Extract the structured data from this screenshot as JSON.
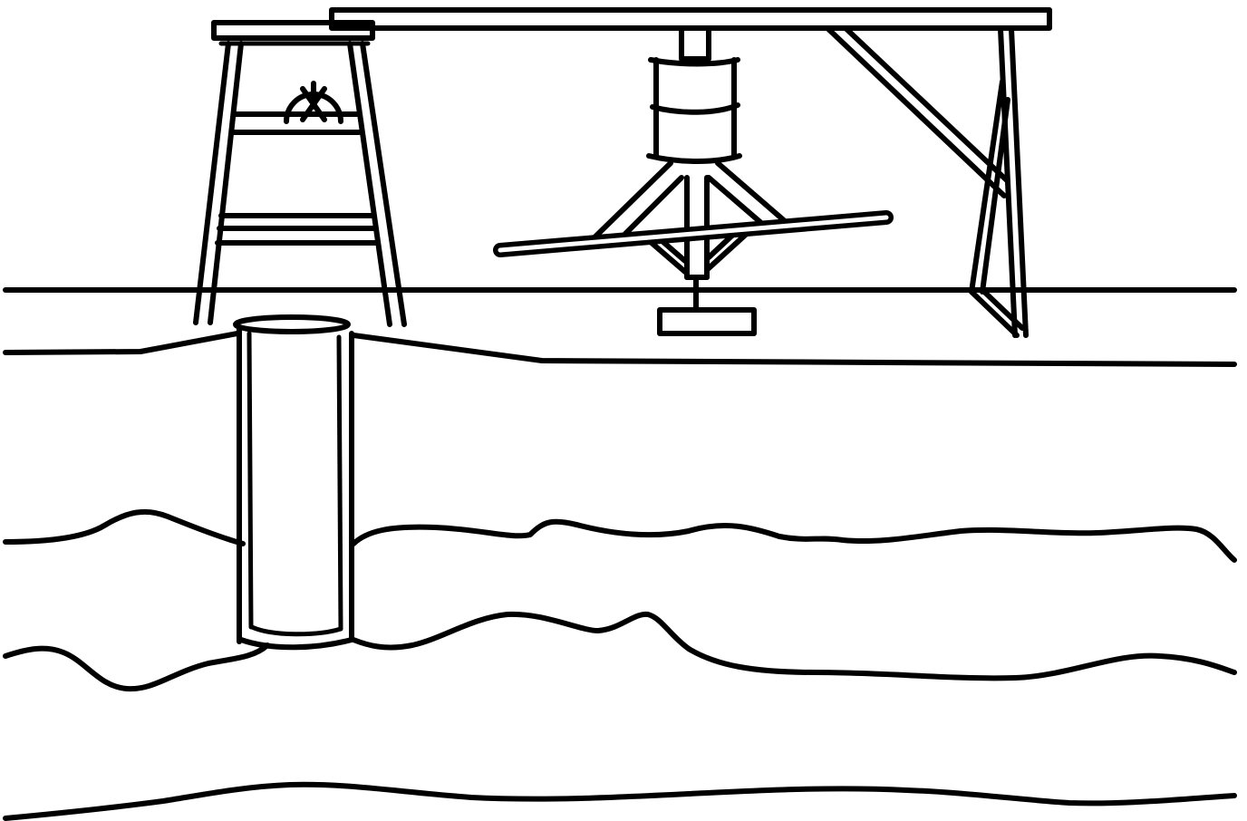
{
  "diagram": {
    "labels": [],
    "colors": {
      "stroke": "#000000",
      "background": "#ffffff"
    },
    "parts": [
      "platform-deck",
      "derrick-tower",
      "winch-wheel",
      "vertical-kiln-drum",
      "rotating-arm",
      "base-plate",
      "a-frame-support",
      "diagonal-brace",
      "ground-line",
      "well-casing-pipe",
      "rock-strata"
    ]
  }
}
